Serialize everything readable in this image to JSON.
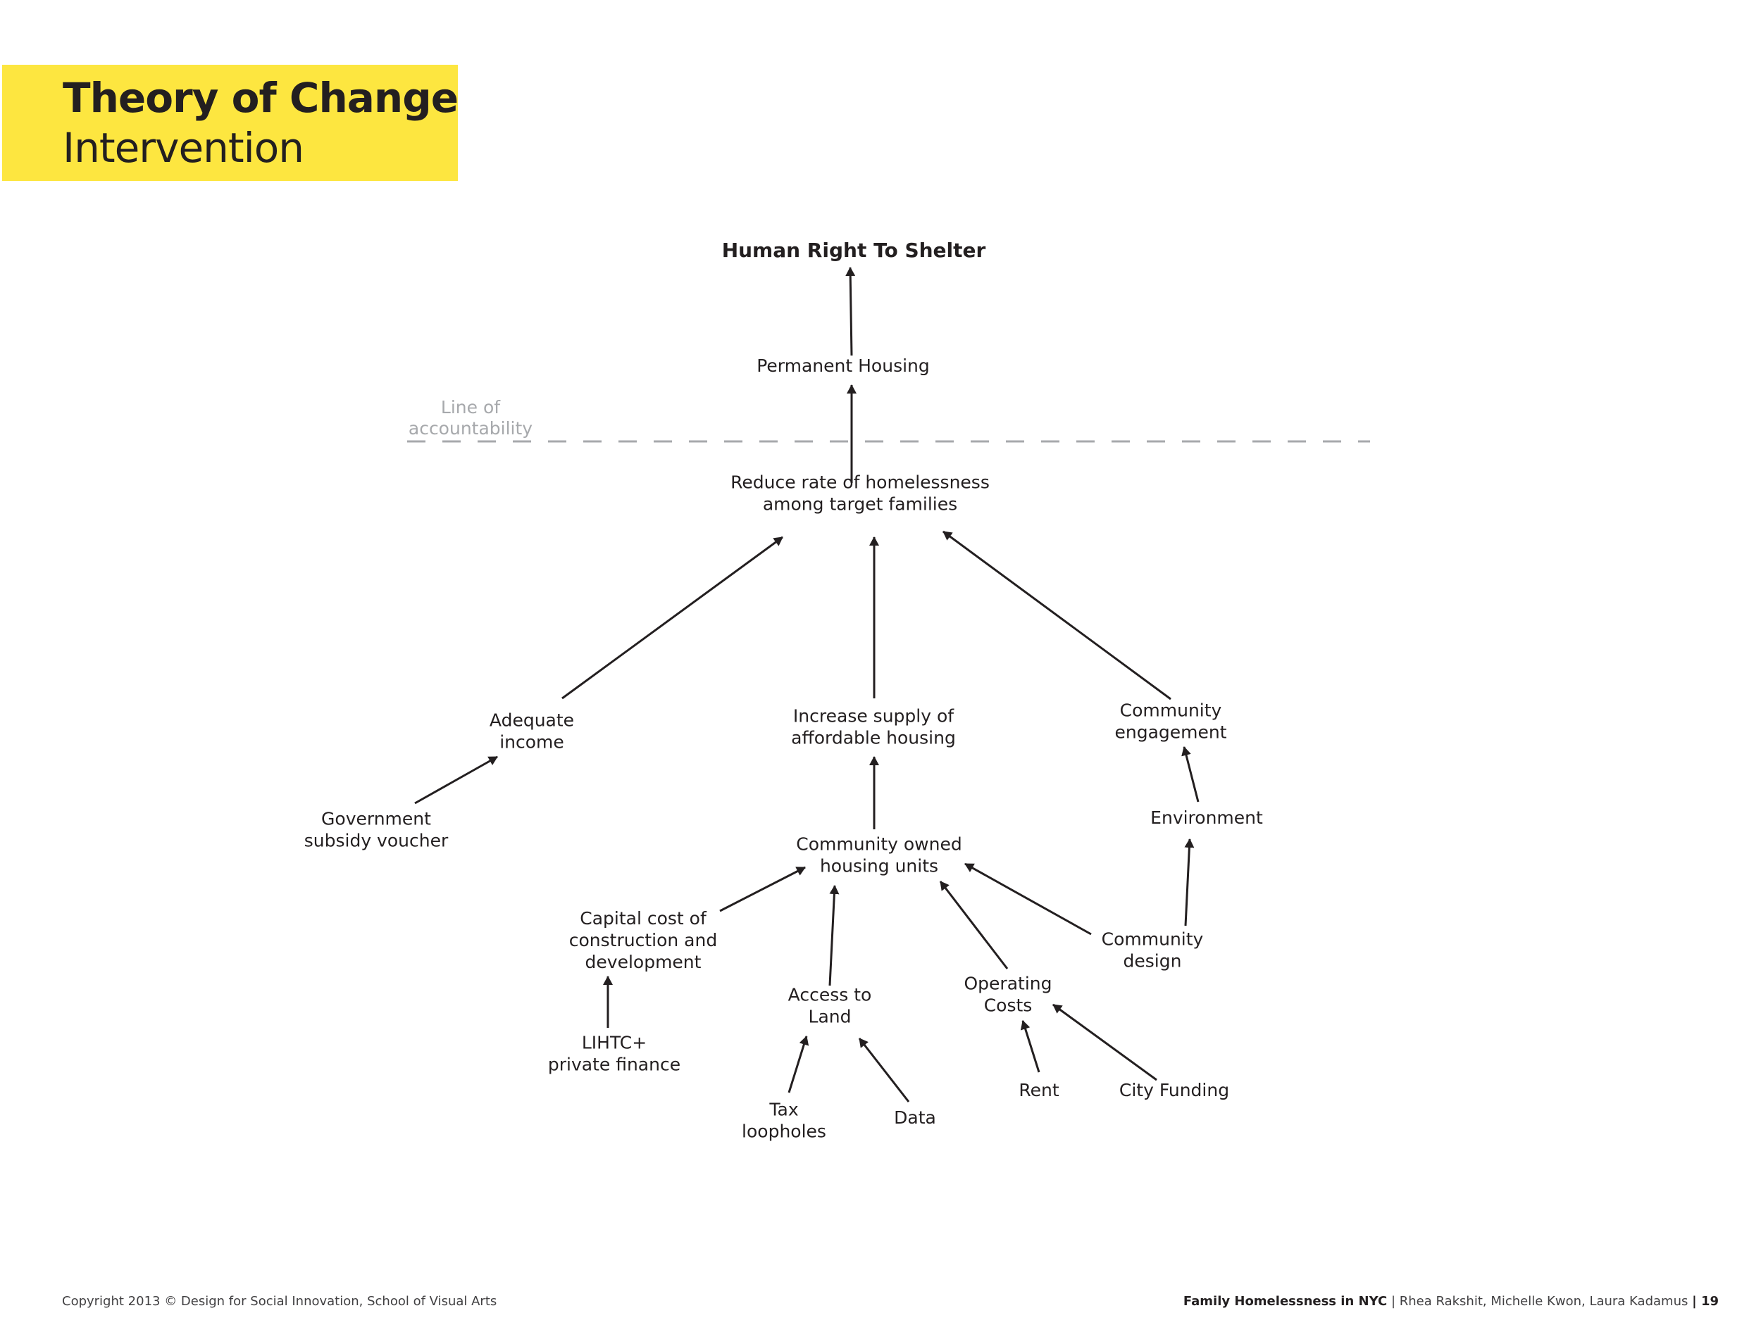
{
  "header": {
    "title": "Theory of Change",
    "subtitle": "Intervention"
  },
  "accountability_line": {
    "label_line1": "Line of",
    "label_line2": "accountability"
  },
  "nodes": {
    "human_right": {
      "lines": [
        "Human Right To Shelter"
      ]
    },
    "permanent_housing": {
      "lines": [
        "Permanent Housing"
      ]
    },
    "reduce_rate": {
      "lines": [
        "Reduce rate of homelessness",
        "among target families"
      ]
    },
    "adequate_income": {
      "lines": [
        "Adequate",
        "income"
      ]
    },
    "increase_supply": {
      "lines": [
        "Increase supply of",
        "affordable housing"
      ]
    },
    "community_engagement": {
      "lines": [
        "Community",
        "engagement"
      ]
    },
    "government_subsidy": {
      "lines": [
        "Government",
        "subsidy voucher"
      ]
    },
    "environment": {
      "lines": [
        "Environment"
      ]
    },
    "community_owned": {
      "lines": [
        "Community owned",
        "housing units"
      ]
    },
    "capital_cost": {
      "lines": [
        "Capital cost of",
        "construction and",
        "development"
      ]
    },
    "community_design": {
      "lines": [
        "Community",
        "design"
      ]
    },
    "operating_costs": {
      "lines": [
        "Operating",
        "Costs"
      ]
    },
    "access_to_land": {
      "lines": [
        "Access to",
        "Land"
      ]
    },
    "lihtc": {
      "lines": [
        "LIHTC+",
        "private finance"
      ]
    },
    "rent": {
      "lines": [
        "Rent"
      ]
    },
    "city_funding": {
      "lines": [
        "City Funding"
      ]
    },
    "tax_loopholes": {
      "lines": [
        "Tax",
        "loopholes"
      ]
    },
    "data": {
      "lines": [
        "Data"
      ]
    }
  },
  "edges": [
    {
      "from": "permanent_housing",
      "to": "human_right"
    },
    {
      "from": "reduce_rate",
      "to": "permanent_housing"
    },
    {
      "from": "adequate_income",
      "to": "reduce_rate"
    },
    {
      "from": "increase_supply",
      "to": "reduce_rate"
    },
    {
      "from": "community_engagement",
      "to": "reduce_rate"
    },
    {
      "from": "government_subsidy",
      "to": "adequate_income"
    },
    {
      "from": "community_owned",
      "to": "increase_supply"
    },
    {
      "from": "environment",
      "to": "community_engagement"
    },
    {
      "from": "community_design",
      "to": "environment"
    },
    {
      "from": "capital_cost",
      "to": "community_owned"
    },
    {
      "from": "access_to_land",
      "to": "community_owned"
    },
    {
      "from": "operating_costs",
      "to": "community_owned"
    },
    {
      "from": "community_design",
      "to": "community_owned"
    },
    {
      "from": "lihtc",
      "to": "capital_cost"
    },
    {
      "from": "tax_loopholes",
      "to": "access_to_land"
    },
    {
      "from": "data",
      "to": "access_to_land"
    },
    {
      "from": "rent",
      "to": "operating_costs"
    },
    {
      "from": "city_funding",
      "to": "operating_costs"
    }
  ],
  "footer": {
    "copyright": "Copyright 2013 © Design for Social Innovation, School of Visual Arts",
    "project": "Family Homelessness in NYC",
    "authors": "Rhea Rakshit, Michelle Kwon, Laura Kadamus",
    "page": "19"
  }
}
